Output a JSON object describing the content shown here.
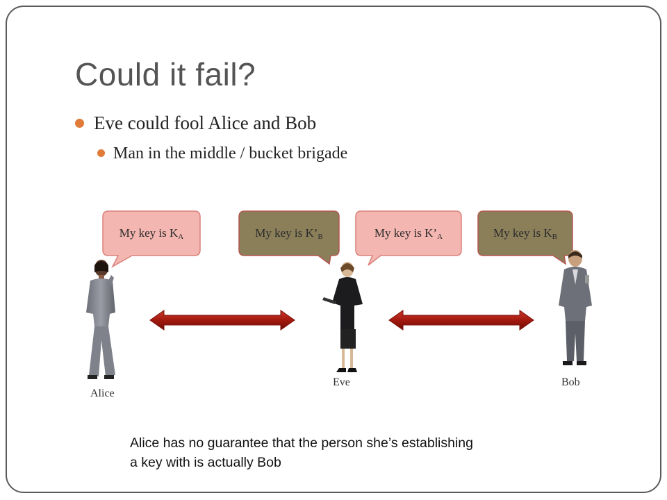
{
  "slide": {
    "title": "Could it fail?",
    "bullet_1": "Eve could fool Alice and Bob",
    "bullet_2": "Man in the middle / bucket brigade"
  },
  "bubbles": [
    {
      "text": "My key is K",
      "sub": "A"
    },
    {
      "text": "My key is K’",
      "sub": "B"
    },
    {
      "text": "My key is K’",
      "sub": "A"
    },
    {
      "text": "My key is K",
      "sub": "B"
    }
  ],
  "people": {
    "alice": "Alice",
    "eve": "Eve",
    "bob": "Bob"
  },
  "note": {
    "line_1": "Alice has no guarantee that the person she’s establishing",
    "line_2": "a key with is actually Bob"
  },
  "colors": {
    "accent_bullet": "#e07b39",
    "bubble_pink_fill": "#f4b6b0",
    "bubble_pink_stroke": "#d9817a",
    "bubble_olive_fill": "#8b7f5a",
    "bubble_olive_stroke": "#b5574f",
    "arrow": "#a4190f"
  }
}
